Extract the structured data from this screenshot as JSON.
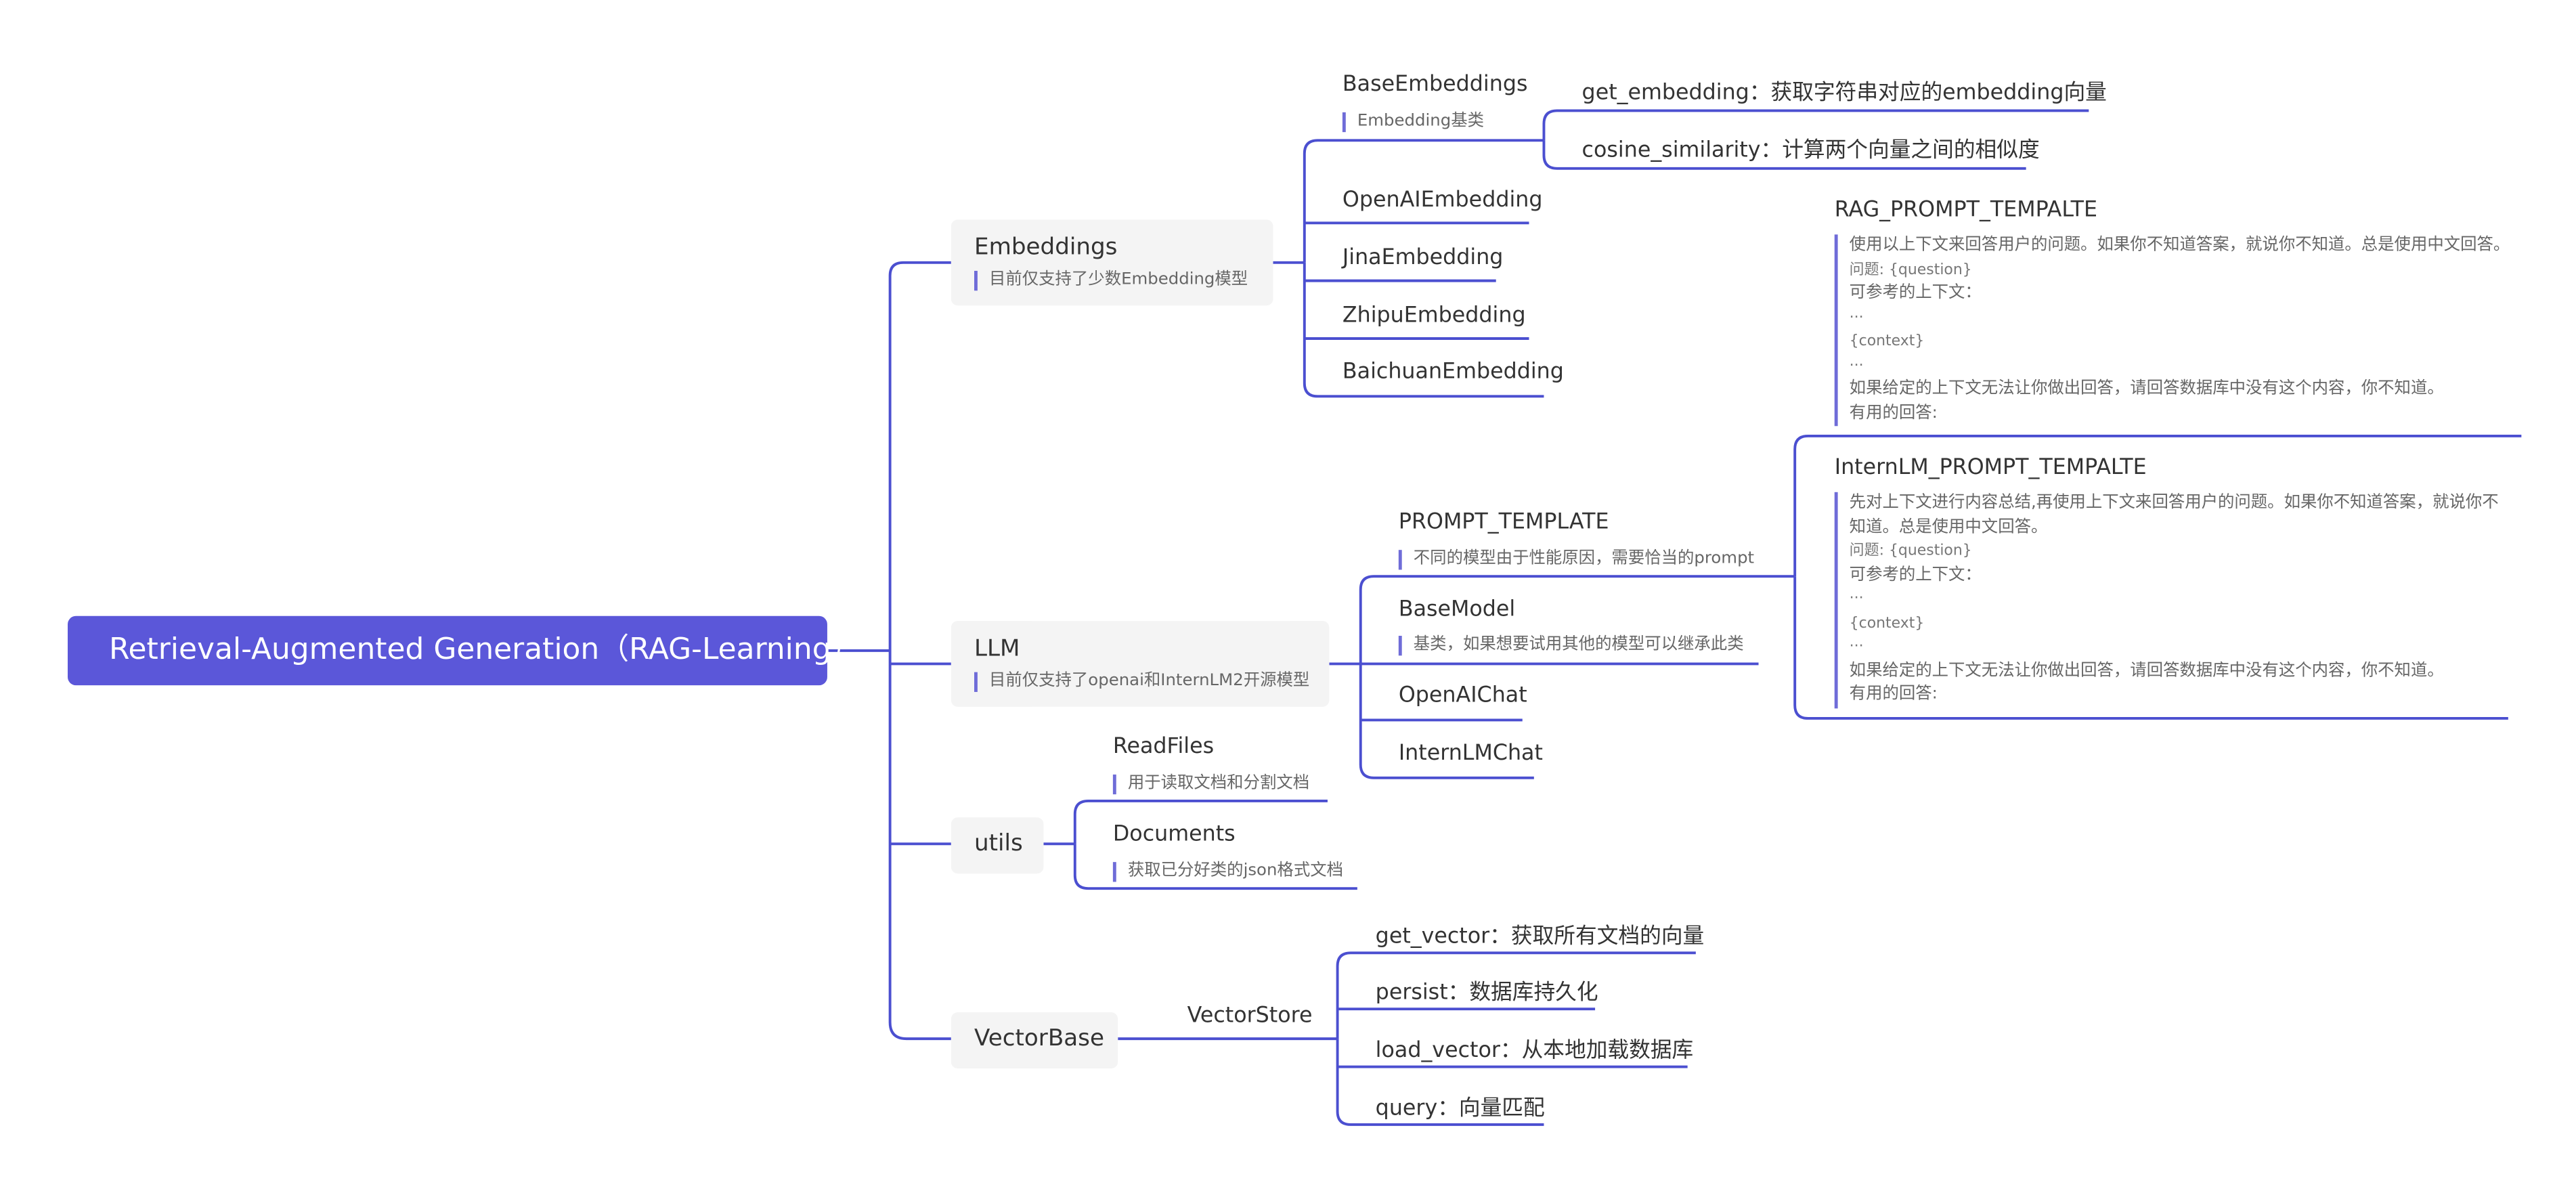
{
  "root": {
    "label": "Retrieval-Augmented Generation（RAG-Learning）"
  },
  "embeddings": {
    "label": "Embeddings",
    "note": "目前仅支持了少数Embedding模型",
    "base": {
      "label": "BaseEmbeddings",
      "note": "Embedding基类",
      "methods": [
        "get_embedding：获取字符串对应的embedding向量",
        "cosine_similarity：计算两个向量之间的相似度"
      ]
    },
    "models": [
      "OpenAIEmbedding",
      "JinaEmbedding",
      "ZhipuEmbedding",
      "BaichuanEmbedding"
    ]
  },
  "llm": {
    "label": "LLM",
    "note": "目前仅支持了openai和InternLM2开源模型",
    "prompt_template": {
      "label": "PROMPT_TEMPLATE",
      "note": "不同的模型由于性能原因，需要恰当的prompt"
    },
    "base_model": {
      "label": "BaseModel",
      "note": "基类，如果想要试用其他的模型可以继承此类"
    },
    "chats": [
      "OpenAIChat",
      "InternLMChat"
    ],
    "rag_prompt": {
      "label": "RAG_PROMPT_TEMPALTE",
      "lines": [
        "使用以上下文来回答用户的问题。如果你不知道答案，就说你不知道。总是使用中文回答。",
        "问题: {question}",
        "可参考的上下文：",
        "···",
        "{context}",
        "···",
        "如果给定的上下文无法让你做出回答，请回答数据库中没有这个内容，你不知道。",
        "有用的回答:"
      ]
    },
    "internlm_prompt": {
      "label": "InternLM_PROMPT_TEMPALTE",
      "lines": [
        "先对上下文进行内容总结,再使用上下文来回答用户的问题。如果你不知道答案，就说你不知道。总是使用中文回答。",
        "问题: {question}",
        "可参考的上下文：",
        "···",
        "{context}",
        "···",
        "如果给定的上下文无法让你做出回答，请回答数据库中没有这个内容，你不知道。",
        "有用的回答:"
      ]
    }
  },
  "utils": {
    "label": "utils",
    "read_files": {
      "label": "ReadFiles",
      "note": "用于读取文档和分割文档"
    },
    "documents": {
      "label": "Documents",
      "note": "获取已分好类的json格式文档"
    }
  },
  "vectorbase": {
    "label": "VectorBase",
    "store": "VectorStore",
    "methods": [
      "get_vector：获取所有文档的向量",
      "persist：数据库持久化",
      "load_vector：从本地加载数据库",
      "query：向量匹配"
    ]
  }
}
